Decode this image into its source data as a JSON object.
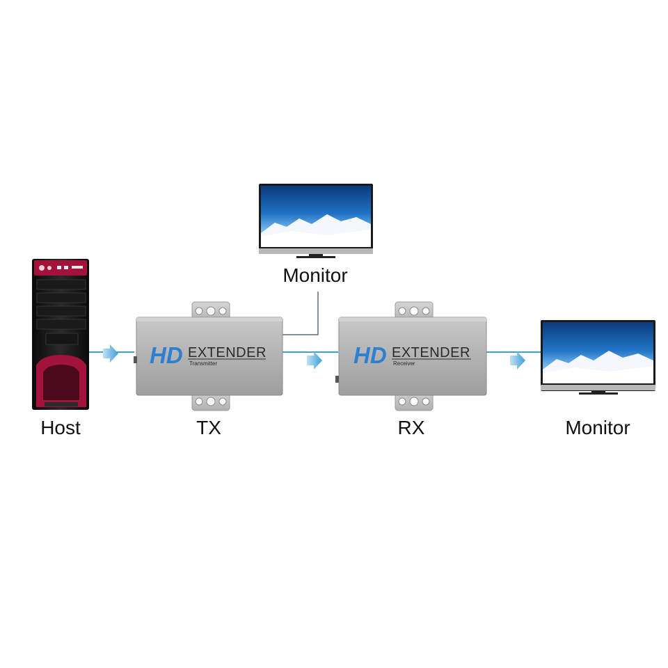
{
  "labels": {
    "host": "Host",
    "tx": "TX",
    "rx": "RX",
    "monitor_top": "Monitor",
    "monitor_right": "Monitor"
  },
  "devices": {
    "tx": {
      "brand": "HD",
      "title": "EXTENDER",
      "subtitle": "Transmitter"
    },
    "rx": {
      "brand": "HD",
      "title": "EXTENDER",
      "subtitle": "Receiver"
    }
  },
  "colors": {
    "arrow": "#3f9fd8",
    "connector_line": "#3f9fd8",
    "tx_to_monitor_line": "#5a6a7a",
    "hd_logo": "#2f7fd0",
    "case_accent": "#a3123a",
    "device_body": "#b8b8b8"
  },
  "icons": {
    "host": "pc-tower-icon",
    "monitor": "monitor-icon",
    "flow": "flow-arrow-icon",
    "mount": "mounting-ear-icon"
  }
}
